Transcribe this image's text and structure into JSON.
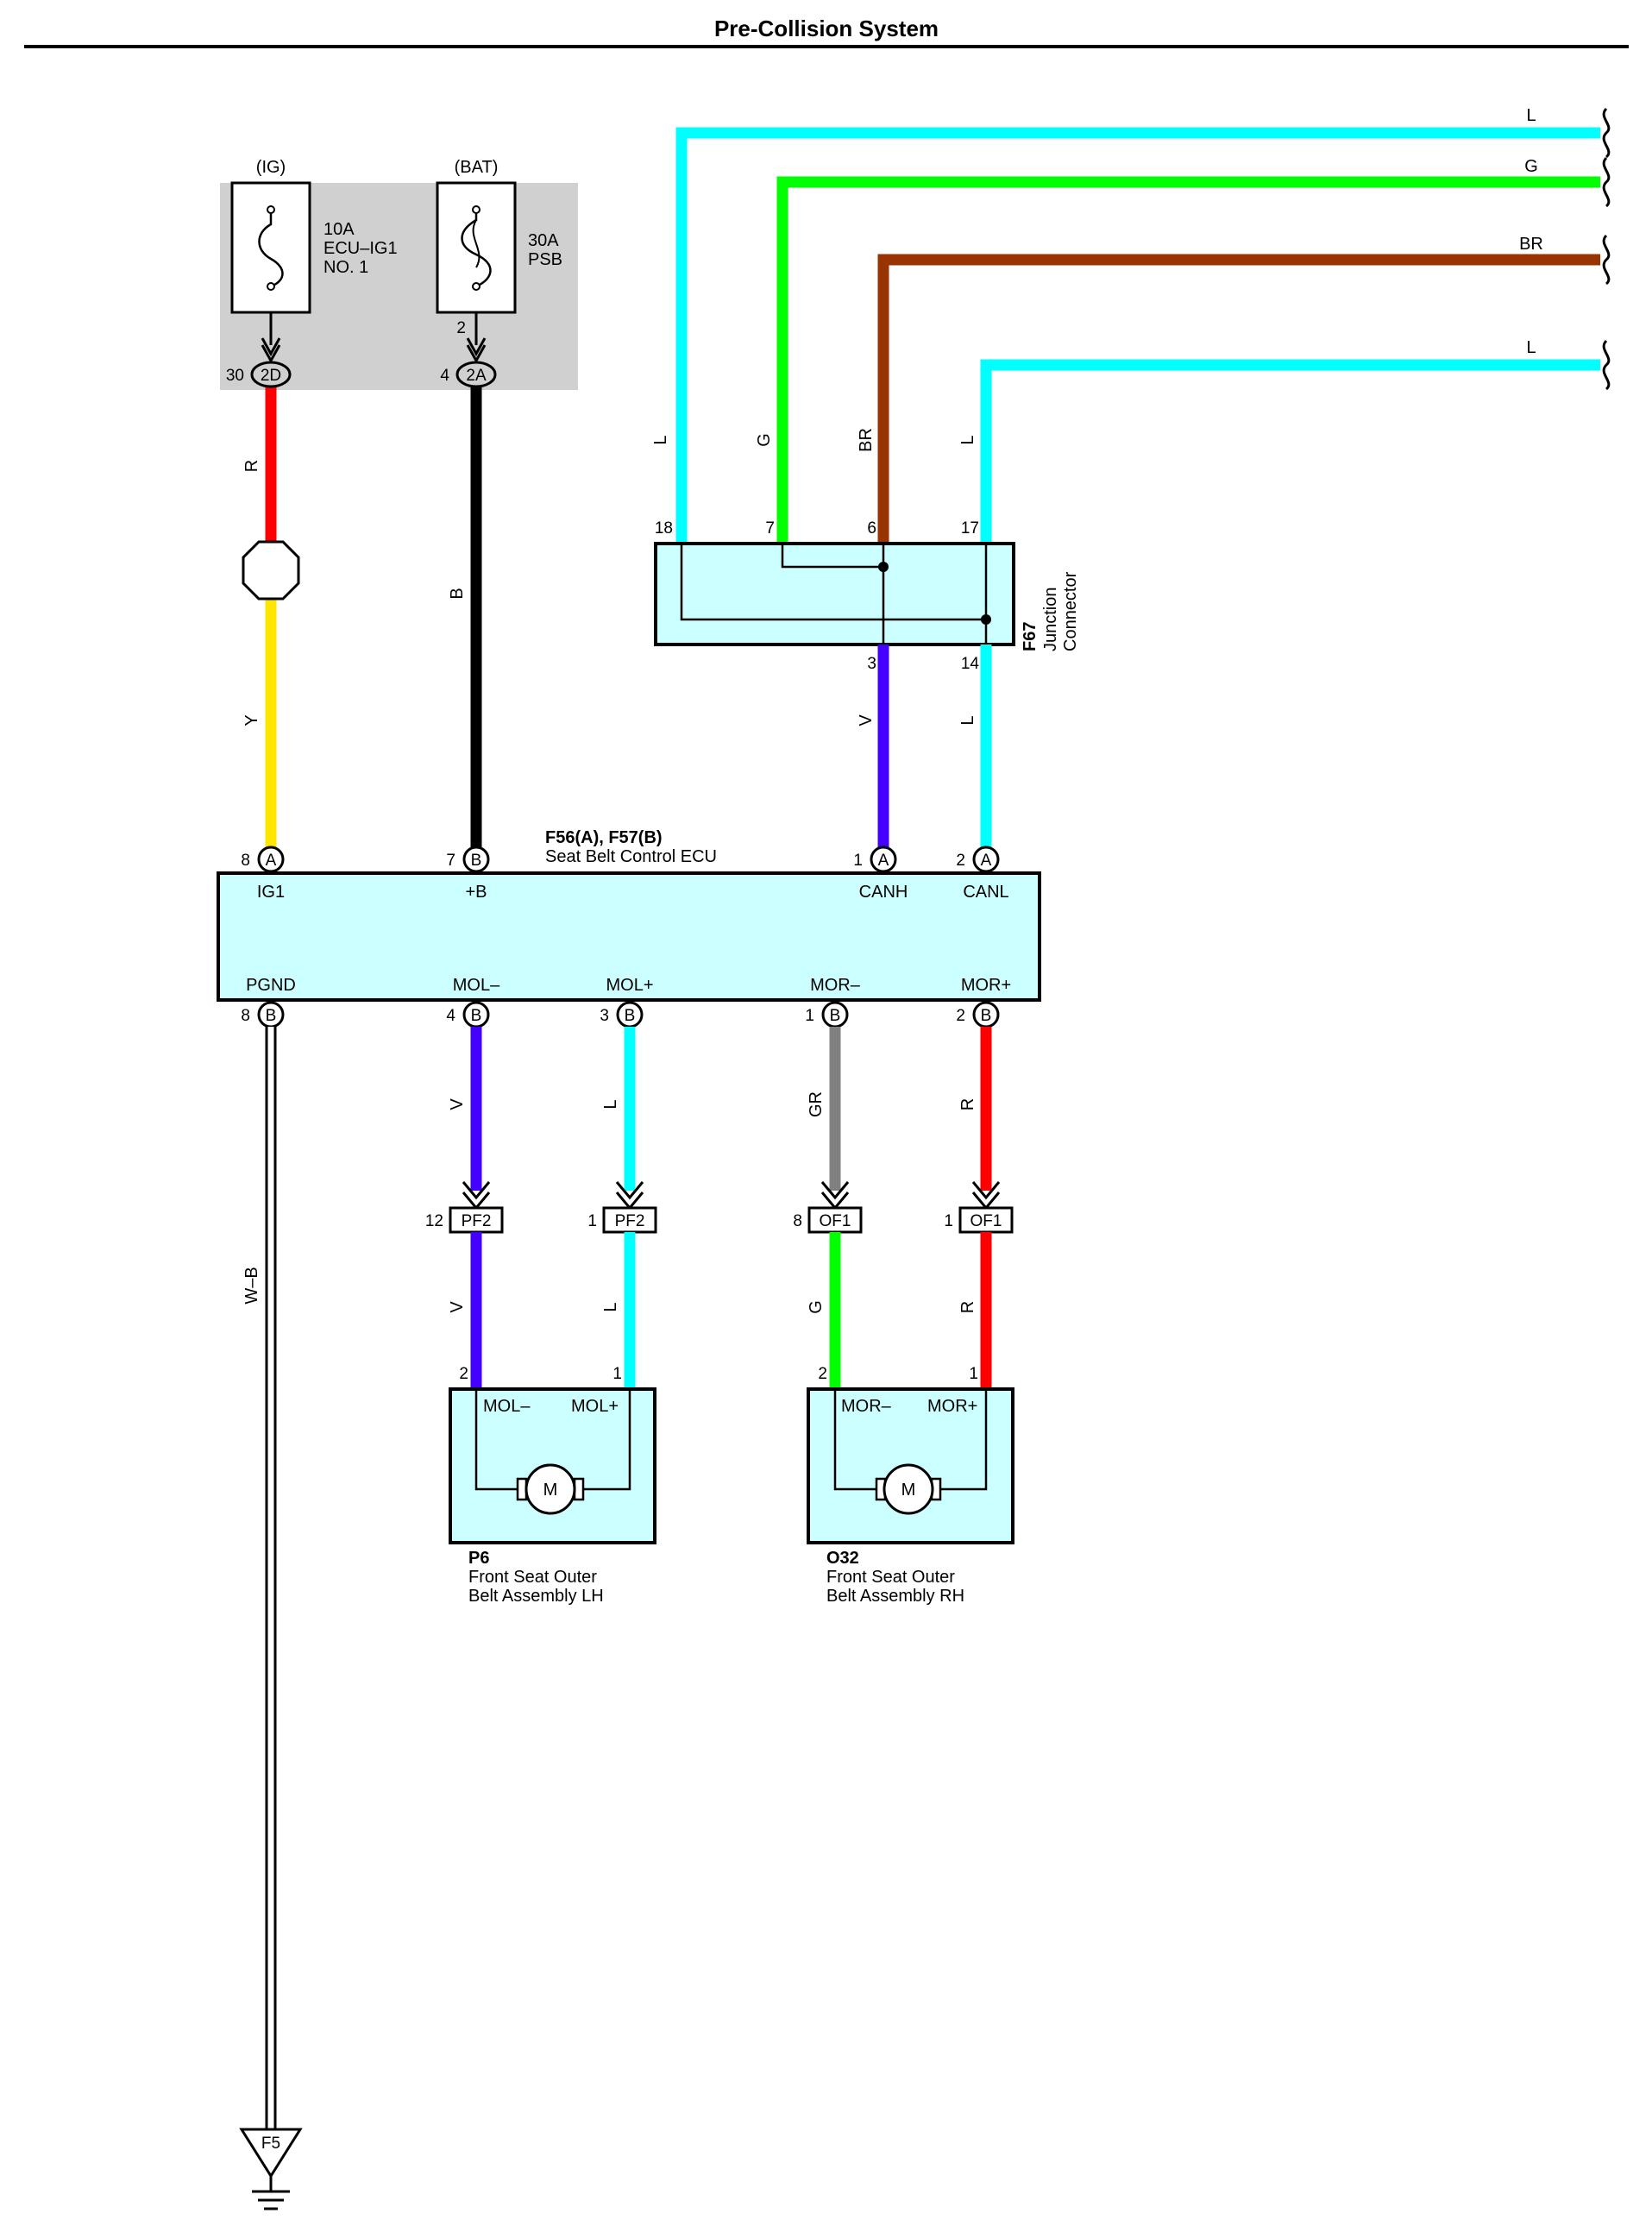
{
  "title": "Pre-Collision System",
  "colors": {
    "L": "#00ffff",
    "G": "#00ff00",
    "BR": "#993300",
    "R": "#ff0000",
    "Y": "#ffe600",
    "B": "#000000",
    "V": "#4400ff",
    "GR": "#808080",
    "component_fill": "#ccffff",
    "fuse_box_fill": "#d0d0d0"
  },
  "fuses": {
    "ig": {
      "source": "(IG)",
      "amps": "10A",
      "name1": "ECU–IG1",
      "name2": "NO. 1",
      "pin": "30",
      "conn": "2D"
    },
    "bat": {
      "source": "(BAT)",
      "amps": "30A",
      "name1": "PSB",
      "pin_top": "2",
      "pin": "4",
      "conn": "2A"
    }
  },
  "wires": {
    "w_ig_top": "R",
    "w_ig_bottom": "Y",
    "w_bat": "B",
    "w_in_18": "L",
    "w_in_7": "G",
    "w_in_6": "BR",
    "w_in_17": "L",
    "w_canh": "V",
    "w_canl": "L",
    "w_mol_minus": "V",
    "w_mol_plus": "L",
    "w_mor_minus": "GR",
    "w_mor_plus": "R",
    "w_mol_minus_low": "V",
    "w_mol_plus_low": "L",
    "w_mor_minus_low": "G",
    "w_mor_plus_low": "R",
    "w_ground": "W–B"
  },
  "junction": {
    "id": "F67",
    "name1": "Junction",
    "name2": "Connector",
    "pins": {
      "p18": "18",
      "p7": "7",
      "p6": "6",
      "p17": "17",
      "p3": "3",
      "p14": "14"
    }
  },
  "ecu": {
    "id": "F56(A), F57(B)",
    "name": "Seat Belt Control ECU",
    "top_pins": [
      {
        "num": "8",
        "conn": "A",
        "term": "IG1"
      },
      {
        "num": "7",
        "conn": "B",
        "term": "+B"
      },
      {
        "num": "1",
        "conn": "A",
        "term": "CANH"
      },
      {
        "num": "2",
        "conn": "A",
        "term": "CANL"
      }
    ],
    "bottom_pins": [
      {
        "num": "8",
        "conn": "B",
        "term": "PGND"
      },
      {
        "num": "4",
        "conn": "B",
        "term": "MOL–"
      },
      {
        "num": "3",
        "conn": "B",
        "term": "MOL+"
      },
      {
        "num": "1",
        "conn": "B",
        "term": "MOR–"
      },
      {
        "num": "2",
        "conn": "B",
        "term": "MOR+"
      }
    ]
  },
  "inline": [
    {
      "num": "12",
      "conn": "PF2"
    },
    {
      "num": "1",
      "conn": "PF2"
    },
    {
      "num": "8",
      "conn": "OF1"
    },
    {
      "num": "1",
      "conn": "OF1"
    }
  ],
  "motors": {
    "lh": {
      "id": "P6",
      "name1": "Front Seat Outer",
      "name2": "Belt Assembly LH",
      "t1": "MOL–",
      "t2": "MOL+",
      "p1": "2",
      "p2": "1",
      "symbol": "M"
    },
    "rh": {
      "id": "O32",
      "name1": "Front Seat Outer",
      "name2": "Belt Assembly RH",
      "t1": "MOR–",
      "t2": "MOR+",
      "p1": "2",
      "p2": "1",
      "symbol": "M"
    }
  },
  "ground": {
    "id": "F5"
  },
  "right_wires": {
    "r1": "L",
    "r2": "G",
    "r3": "BR",
    "r4": "L"
  }
}
